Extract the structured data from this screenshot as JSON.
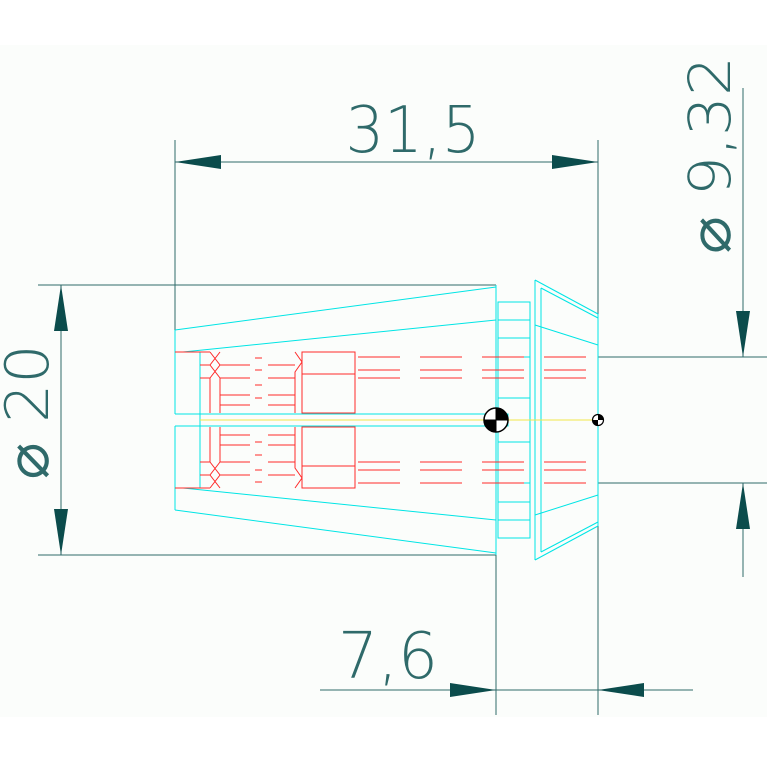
{
  "drawing": {
    "background_color": "#FBFDFB",
    "outline_color": "#00E5E5",
    "hidden_line_color": "#FF2A2A",
    "dimension_color": "#2F6A6A",
    "arrow_color": "#0B4C4C",
    "centerline_color": "#F2E84A"
  },
  "dimensions": {
    "overall_length": "31,5",
    "outer_diameter": "⌀ 20",
    "bore_diameter": "⌀ 9,32",
    "nose_length": "7,6"
  }
}
